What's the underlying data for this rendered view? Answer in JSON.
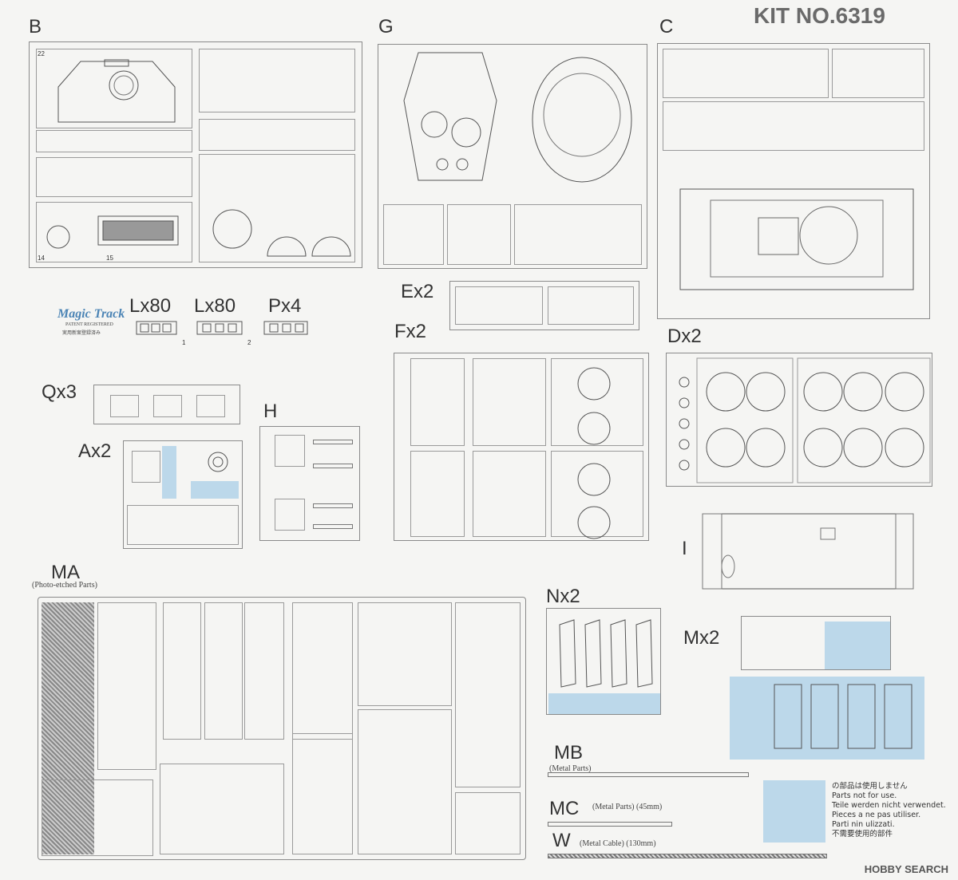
{
  "kit_no": "KIT NO.6319",
  "sprues": {
    "B": "B",
    "G": "G",
    "C": "C",
    "E": "Ex2",
    "F": "Fx2",
    "D": "Dx2",
    "Q": "Qx3",
    "A": "Ax2",
    "H": "H",
    "I": "I",
    "MA": "MA",
    "MA_sub": "(Photo-etched Parts)",
    "N": "Nx2",
    "M": "Mx2",
    "MB": "MB",
    "MB_sub": "(Metal Parts)",
    "MC": "MC",
    "MC_sub": "(Metal Parts) (45mm)",
    "W": "W",
    "W_sub": "(Metal Cable)  (130mm)"
  },
  "tracks": [
    {
      "label": "Lx80",
      "num": "1"
    },
    {
      "label": "Lx80",
      "num": "2"
    },
    {
      "label": "Px4",
      "num": ""
    }
  ],
  "magic_track": {
    "logo": "Magic Track",
    "line1": "PATENT REGISTERED",
    "line2": "実用新案登録済み"
  },
  "legend": {
    "lines": [
      "の部品は使用しません",
      "Parts not for use.",
      "Teile werden nicht verwendet.",
      "Pieces a ne pas utiliser.",
      "Parti nin ulizzati.",
      "不需要使用的部件"
    ]
  },
  "watermark": "HOBBY SEARCH",
  "colors": {
    "highlight": "#bcd8ea",
    "frame": "#8a8a8a",
    "background": "#f5f5f3"
  }
}
